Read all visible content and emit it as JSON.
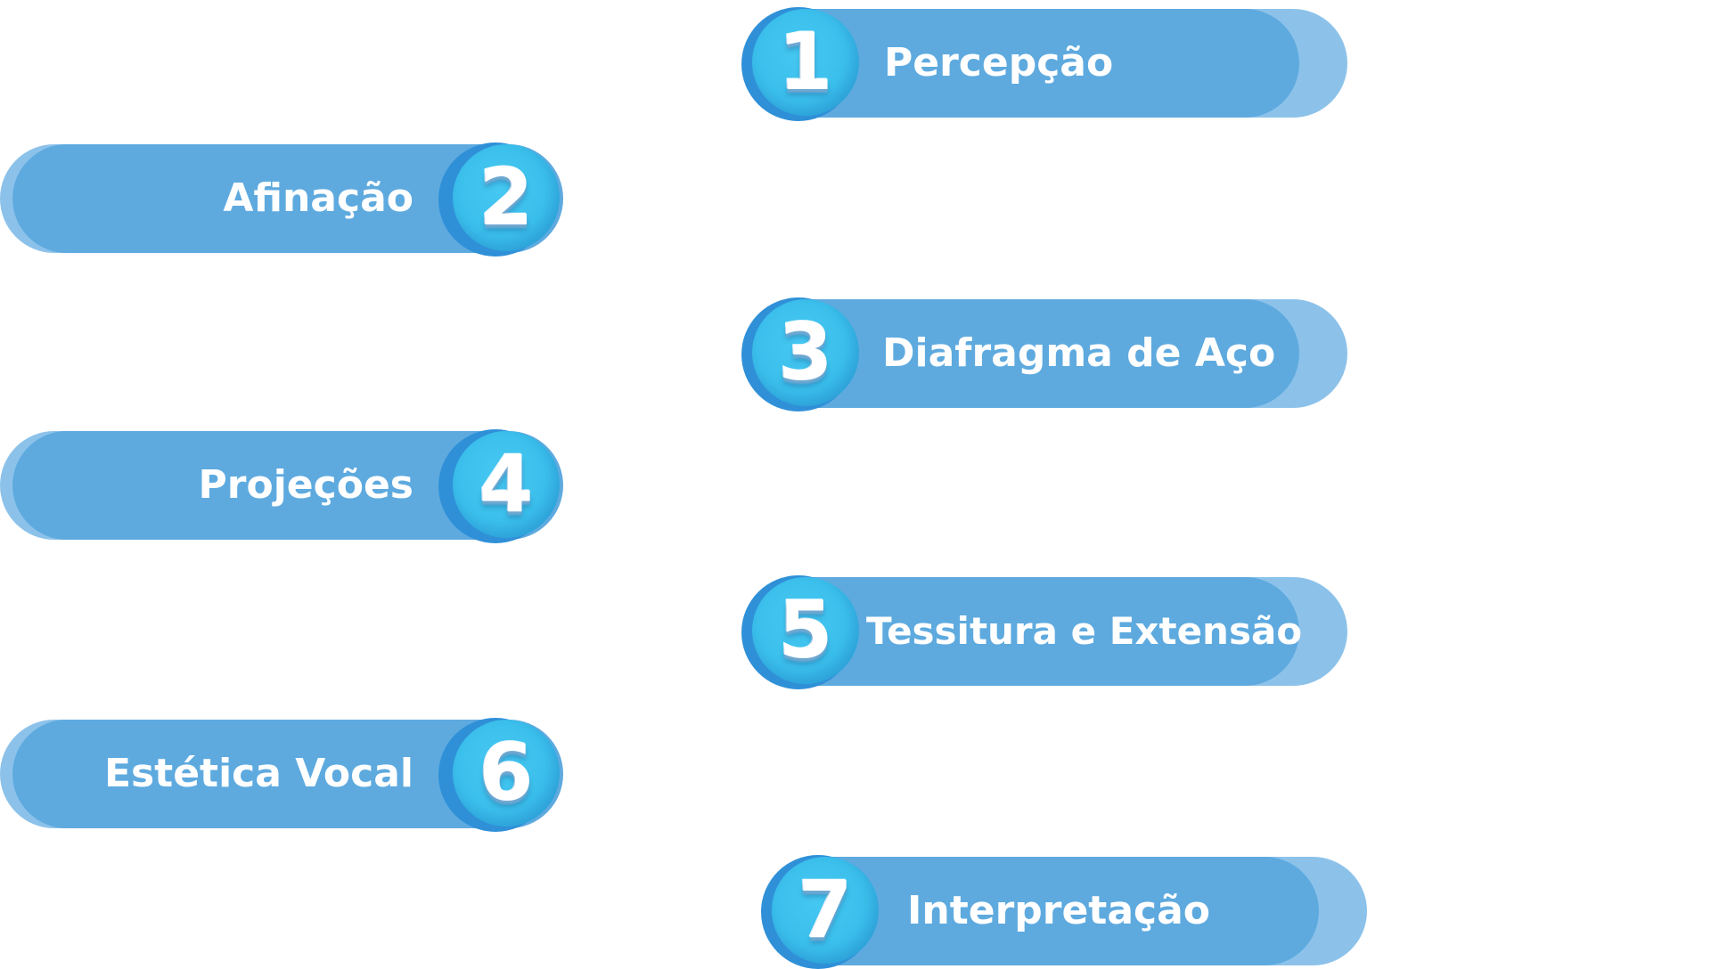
{
  "steps": [
    {
      "number": "1",
      "label": "Percepção"
    },
    {
      "number": "2",
      "label": "Afinação"
    },
    {
      "number": "3",
      "label": "Diafragma de Aço"
    },
    {
      "number": "4",
      "label": "Projeções"
    },
    {
      "number": "5",
      "label": "Tessitura e Extensão"
    },
    {
      "number": "6",
      "label": "Estética Vocal"
    },
    {
      "number": "7",
      "label": "Interpretação"
    }
  ],
  "colors": {
    "pill": "#5eaadf",
    "pill_back": "#8cc2ea",
    "badge": "#3bbfeb",
    "badge_ring": "#2f90d8",
    "text": "#ffffff"
  }
}
